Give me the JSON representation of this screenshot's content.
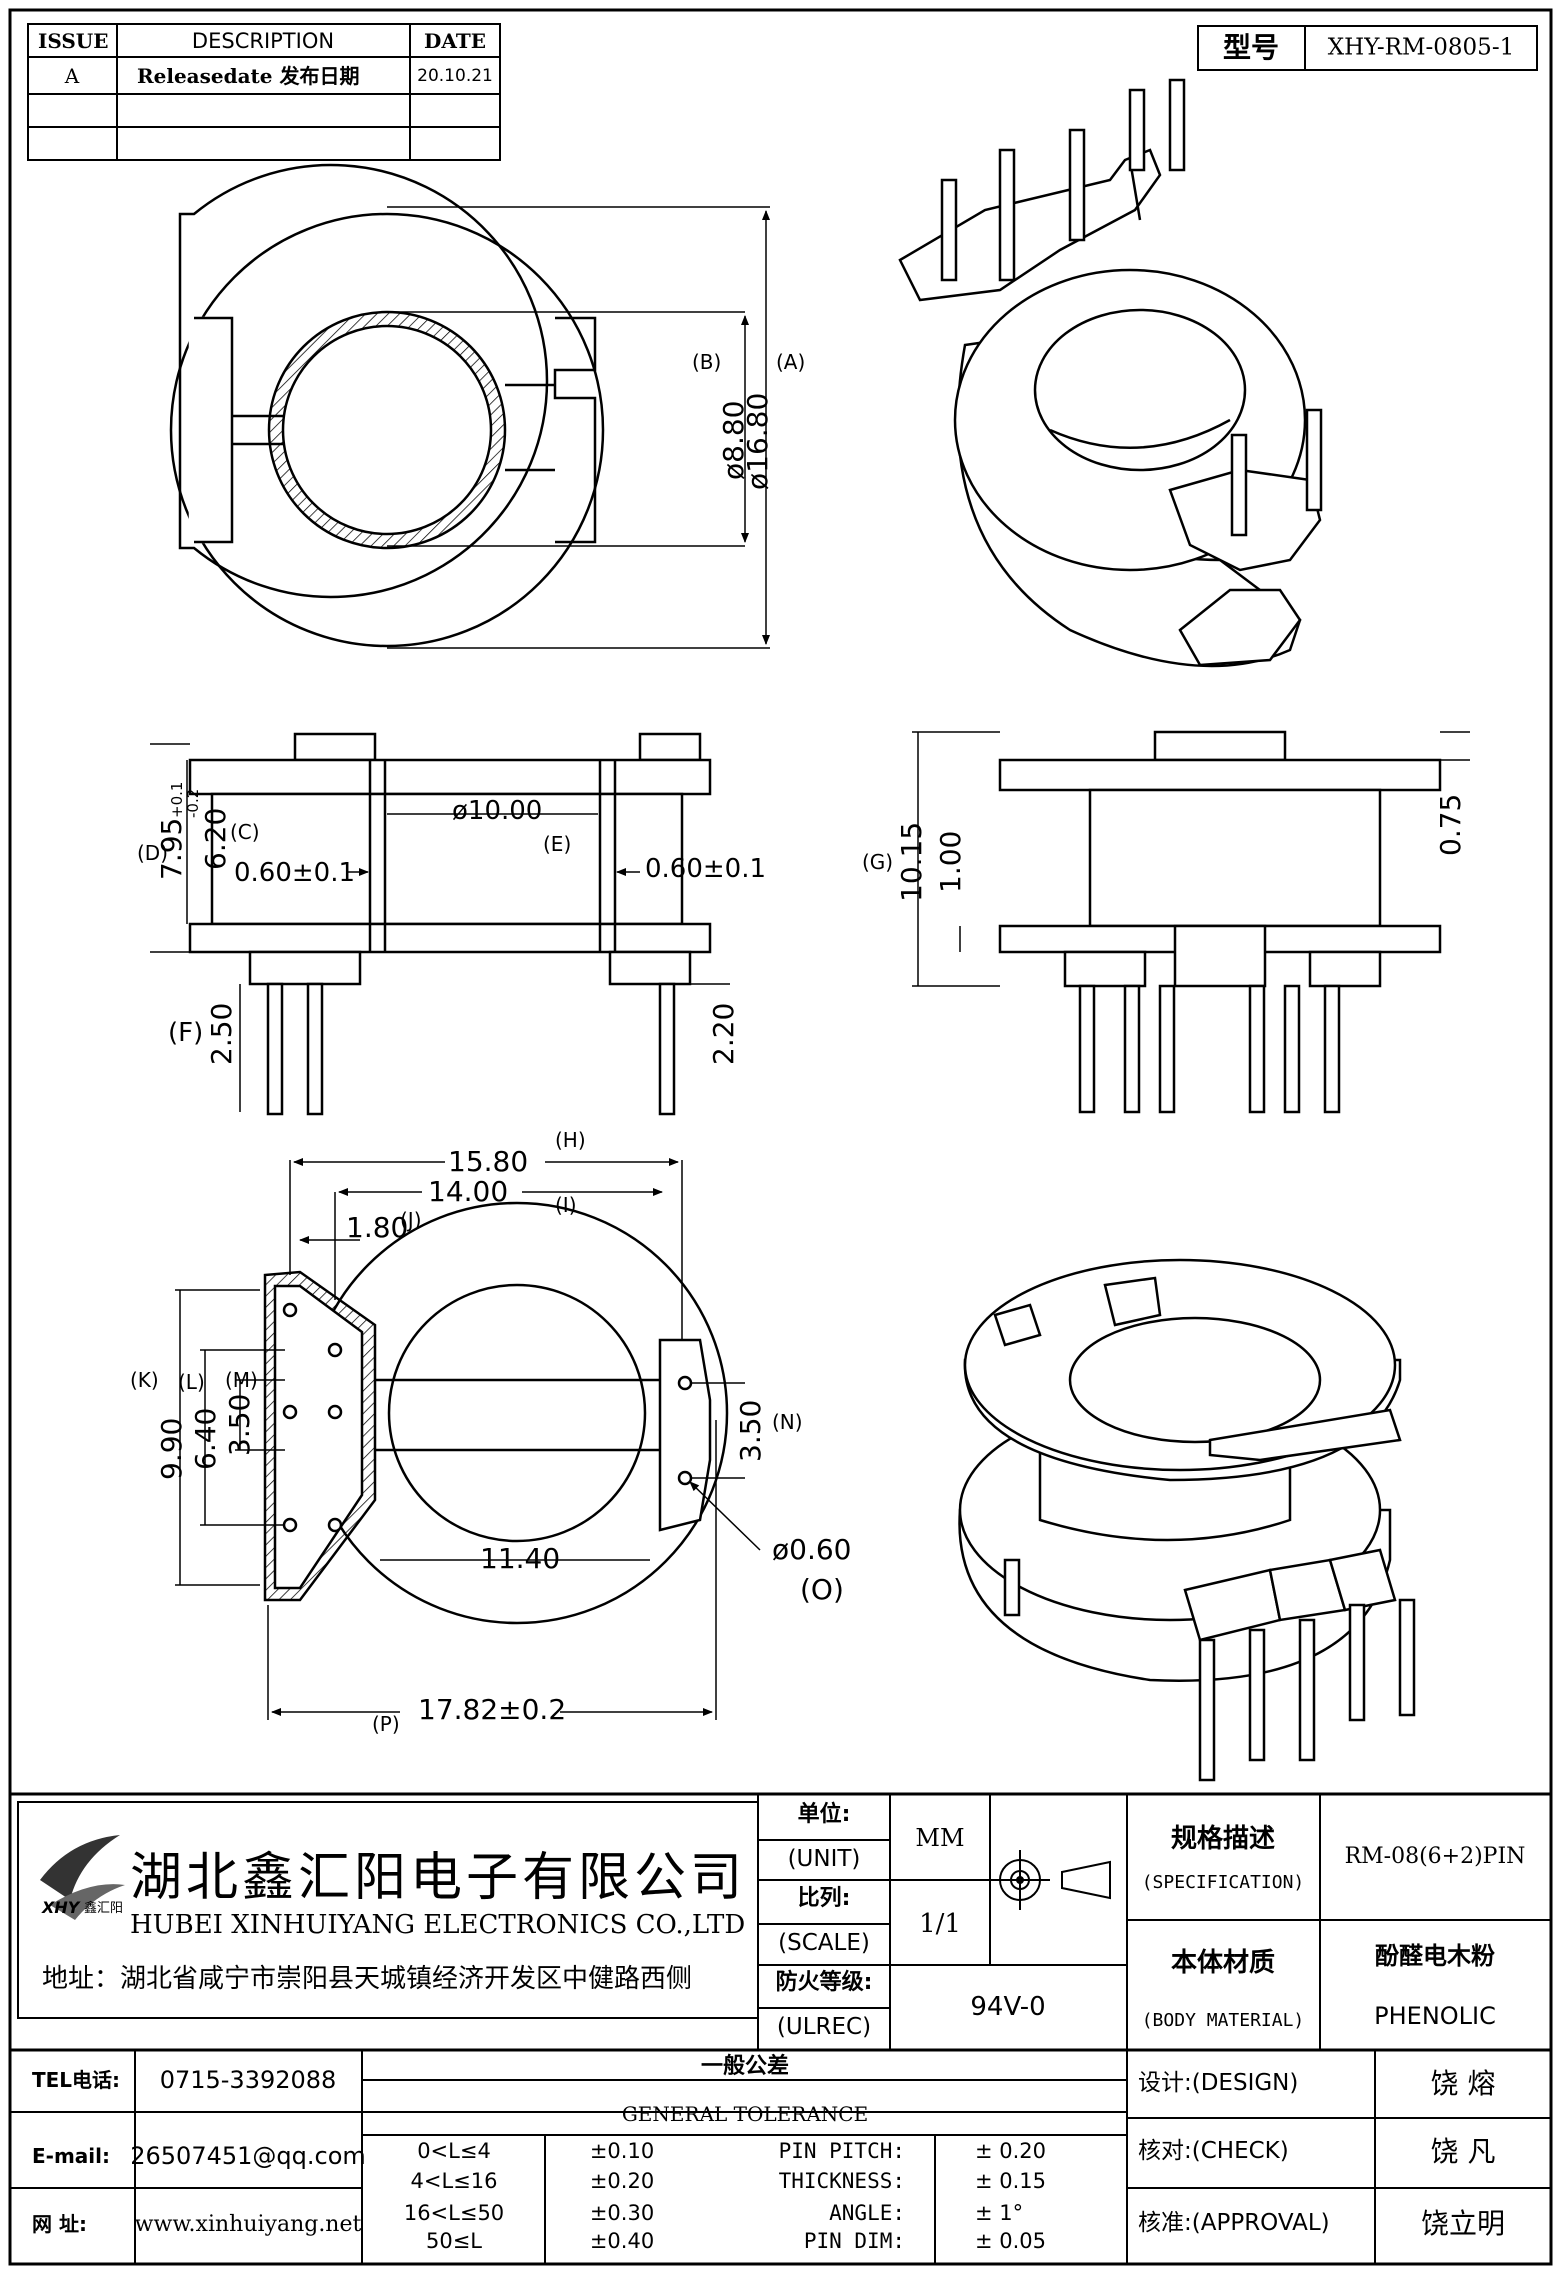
{
  "revision_table": {
    "headers": {
      "issue": "ISSUE",
      "description": "DESCRIPTION",
      "date": "DATE"
    },
    "rows": [
      {
        "issue": "A",
        "description": "Releasedate 发布日期",
        "date": "20.10.21"
      },
      {
        "issue": "",
        "description": "",
        "date": ""
      },
      {
        "issue": "",
        "description": "",
        "date": ""
      }
    ]
  },
  "model": {
    "label": "型号",
    "value": "XHY-RM-0805-1"
  },
  "dimensions": {
    "top_view": {
      "B": "(B)",
      "A": "(A)",
      "inner": "ø8.80",
      "outer": "ø16.80"
    },
    "side_view": {
      "D": "(D)",
      "C": "(C)",
      "h_d": "7.95",
      "tol_plus": "+0.1",
      "tol_minus": "-0.2",
      "h_c": "6.20",
      "wall_left": "0.60±0.1",
      "E": "(E)",
      "wall_right": "0.60±0.1",
      "dia": "ø10.00",
      "F": "(F)",
      "pin_left": "2.50",
      "pin_right": "2.20"
    },
    "front_view": {
      "G": "(G)",
      "total": "10.15",
      "base": "1.00",
      "top": "0.75"
    },
    "bottom_view": {
      "H": "(H)",
      "w_h": "15.80",
      "I": "(I)",
      "w_i": "14.00",
      "J": "(J)",
      "w_j": "1.80",
      "K": "(K)",
      "v_k": "9.90",
      "L": "(L)",
      "v_l": "6.40",
      "M": "(M)",
      "v_m": "3.50",
      "N": "(N)",
      "v_n": "3.50",
      "slot": "11.40",
      "pin_dia": "ø0.60",
      "O": "(O)",
      "P": "(P)",
      "w_p": "17.82±0.2"
    }
  },
  "company": {
    "logo_text": "XHY",
    "logo_sub": "鑫汇阳",
    "name_cn": "湖北鑫汇阳电子有限公司",
    "name_en": "HUBEI XINHUIYANG ELECTRONICS CO.,LTD",
    "address": "地址：湖北省咸宁市崇阳县天城镇经济开发区中健路西侧"
  },
  "title_block": {
    "unit_cn": "单位:",
    "unit_en": "(UNIT)",
    "unit_value": "MM",
    "scale_cn": "比列:",
    "scale_en": "(SCALE)",
    "scale_value": "1/1",
    "ul_cn": "防火等级:",
    "ul_en": "(ULREC)",
    "ul_value": "94V-0",
    "spec_cn": "规格描述",
    "spec_en": "(SPECIFICATION)",
    "spec_value": "RM-08(6+2)PIN",
    "material_cn": "本体材质",
    "material_en": "(BODY MATERIAL)",
    "material_value_cn": "酚醛电木粉",
    "material_value_en": "PHENOLIC"
  },
  "contact": {
    "tel_label": "TEL电话:",
    "tel": "0715-3392088",
    "email_label": "E-mail:",
    "email": "26507451@qq.com",
    "web_label": "网  址:",
    "web": "www.xinhuiyang.net"
  },
  "tolerance": {
    "title_cn": "一般公差",
    "title_en": "GENERAL TOLERANCE",
    "ranges": [
      {
        "range": "0<L≤4",
        "tol": "±0.10"
      },
      {
        "range": "4<L≤16",
        "tol": "±0.20"
      },
      {
        "range": "16<L≤50",
        "tol": "±0.30"
      },
      {
        "range": "50≤L",
        "tol": "±0.40"
      }
    ],
    "items": [
      {
        "name": "PIN PITCH:",
        "tol": "± 0.20"
      },
      {
        "name": "THICKNESS:",
        "tol": "± 0.15"
      },
      {
        "name": "ANGLE:",
        "tol": "± 1°"
      },
      {
        "name": "PIN DIM:",
        "tol": "± 0.05"
      }
    ]
  },
  "approvals": [
    {
      "label": "设计:(DESIGN)",
      "name": "饶  熔"
    },
    {
      "label": "核对:(CHECK)",
      "name": "饶  凡"
    },
    {
      "label": "核准:(APPROVAL)",
      "name": "饶立明"
    }
  ]
}
